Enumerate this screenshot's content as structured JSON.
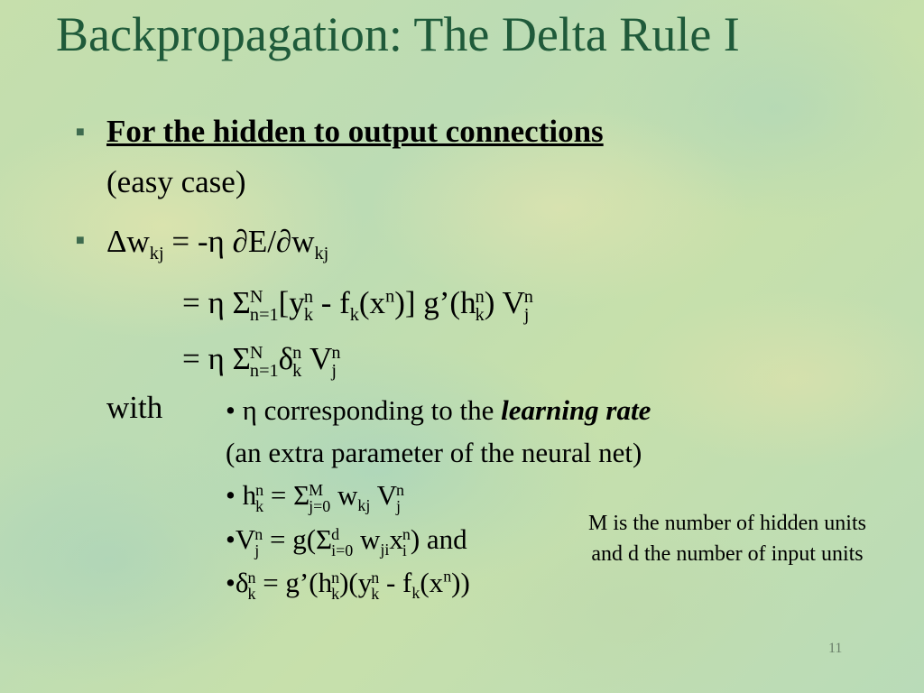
{
  "slide": {
    "title": "Backpropagation: The Delta Rule I",
    "page_number": "11"
  },
  "bullets": [
    {
      "heading": "For the hidden to output connections",
      "subtext": "(easy case)"
    },
    {
      "eq1": {
        "lhs_delta": "Δw",
        "lhs_sub": "kj",
        "eq": "= -η ∂E/∂w",
        "rhs_sub": "kj"
      }
    }
  ],
  "equations": {
    "line2": {
      "eq": "= η Σ",
      "sum_top": "N",
      "sum_bottom": "n=1",
      "part1": "[y",
      "y_sup": "n",
      "y_sub": "k",
      "part2": " - f",
      "f_sub": "k",
      "part3": "(x",
      "x_sup": "n",
      "part4": ")] g’(h",
      "h_sup": "n",
      "h_sub": "k",
      "part5": ") V",
      "v_sup": "n",
      "v_sub": "j"
    },
    "line3": {
      "eq": "= η Σ",
      "sum_top": "N",
      "sum_bottom": "n=1",
      "delta": "δ",
      "d_sup": "n",
      "d_sub": "k",
      "v": " V",
      "v_sup": "n",
      "v_sub": "j"
    }
  },
  "with_label": "with",
  "definitions": {
    "eta_prefix": "• η corresponding to the ",
    "eta_emph": "learning rate",
    "eta_cont": "(an extra parameter of the neural net)",
    "h": {
      "pre": "• h",
      "sup": "n",
      "sub": "k",
      "eq": " = Σ",
      "sum_top": "M",
      "sum_bottom": "j=0",
      "w": " w",
      "w_sub": "kj",
      "v": " V",
      "v_sup": "n",
      "v_sub": "j"
    },
    "v": {
      "pre": "•V",
      "sup": "n",
      "sub": "j",
      "eq": " = g(Σ",
      "sum_top": "d",
      "sum_bottom": "i=0",
      "w": " w",
      "w_sub": "ji",
      "x": "x",
      "x_sup": "n",
      "x_sub": "i",
      "post": ") and"
    },
    "d": {
      "pre": "•δ",
      "sup": "n",
      "sub": "k",
      "eq": " = g’(h",
      "h_sup": "n",
      "h_sub": "k",
      "y": ")(y",
      "y_sup": "n",
      "y_sub": "k",
      "f": " - f",
      "f_sub": "k",
      "x": "(x",
      "x_sup": "n",
      "post": "))"
    }
  },
  "note": {
    "line1": "M is the number of hidden units",
    "line2": "and d the number of input units"
  }
}
